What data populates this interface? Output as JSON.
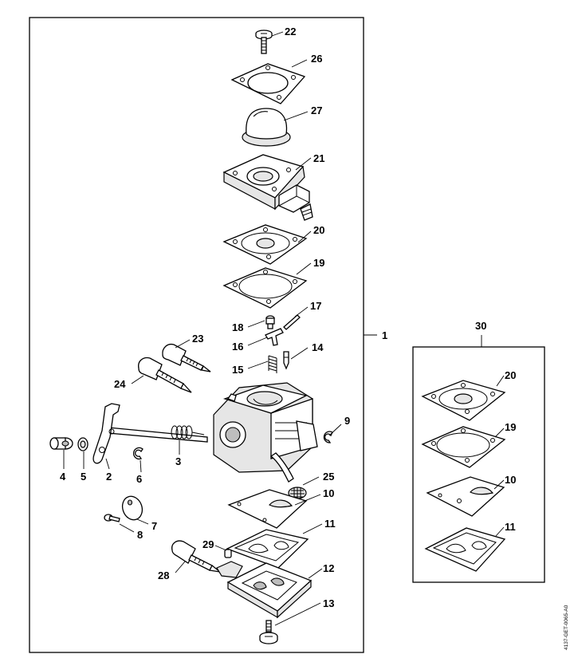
{
  "document_id": "4137-GET-0065-A0",
  "main_assembly": {
    "callout": "1",
    "parts": [
      {
        "id": "c22",
        "label": "22"
      },
      {
        "id": "c26",
        "label": "26"
      },
      {
        "id": "c27",
        "label": "27"
      },
      {
        "id": "c21",
        "label": "21"
      },
      {
        "id": "c20",
        "label": "20"
      },
      {
        "id": "c19",
        "label": "19"
      },
      {
        "id": "c17",
        "label": "17"
      },
      {
        "id": "c18",
        "label": "18"
      },
      {
        "id": "c16",
        "label": "16"
      },
      {
        "id": "c14",
        "label": "14"
      },
      {
        "id": "c15",
        "label": "15"
      },
      {
        "id": "c23",
        "label": "23"
      },
      {
        "id": "c24",
        "label": "24"
      },
      {
        "id": "c9",
        "label": "9"
      },
      {
        "id": "c4",
        "label": "4"
      },
      {
        "id": "c5",
        "label": "5"
      },
      {
        "id": "c2",
        "label": "2"
      },
      {
        "id": "c6",
        "label": "6"
      },
      {
        "id": "c3",
        "label": "3"
      },
      {
        "id": "c25",
        "label": "25"
      },
      {
        "id": "c10",
        "label": "10"
      },
      {
        "id": "c7",
        "label": "7"
      },
      {
        "id": "c8",
        "label": "8"
      },
      {
        "id": "c11",
        "label": "11"
      },
      {
        "id": "c29",
        "label": "29"
      },
      {
        "id": "c28",
        "label": "28"
      },
      {
        "id": "c12",
        "label": "12"
      },
      {
        "id": "c13",
        "label": "13"
      }
    ]
  },
  "gasket_set": {
    "callout": "30",
    "parts": [
      {
        "id": "k20",
        "label": "20"
      },
      {
        "id": "k19",
        "label": "19"
      },
      {
        "id": "k10",
        "label": "10"
      },
      {
        "id": "k11",
        "label": "11"
      }
    ]
  }
}
